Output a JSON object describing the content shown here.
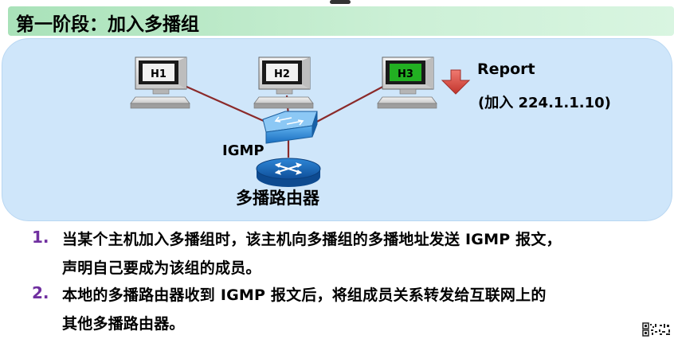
{
  "title": "第一阶段：加入多播组",
  "hosts": [
    {
      "label": "H1",
      "highlighted": false
    },
    {
      "label": "H2",
      "highlighted": false
    },
    {
      "label": "H3",
      "highlighted": true
    }
  ],
  "report_label": "Report",
  "join_label": "(加入 224.1.1.10)",
  "igmp_label": "IGMP",
  "router_label": "多播路由器",
  "steps": [
    {
      "num": "1.",
      "line1": "当某个主机加入多播组时，该主机向多播组的多播地址发送 IGMP 报文，",
      "line2": "声明自己要成为该组的成员。"
    },
    {
      "num": "2.",
      "line1": "本地的多播路由器收到 IGMP 报文后，将组成员关系转发给互联网上的",
      "line2": "其他多播路由器。"
    }
  ],
  "colors": {
    "title_bar": "#a9e2b9",
    "panel": "#cfe6fa",
    "link": "#8b2a2a",
    "host_highlight": "#22b022",
    "arrow": "#e0544c",
    "step_number": "#7030a0",
    "switch": "#1f7fd0",
    "router": "#1f70c8"
  },
  "icons": [
    "computer-icon",
    "switch-icon",
    "router-icon",
    "down-arrow-icon",
    "qr-code-icon"
  ]
}
